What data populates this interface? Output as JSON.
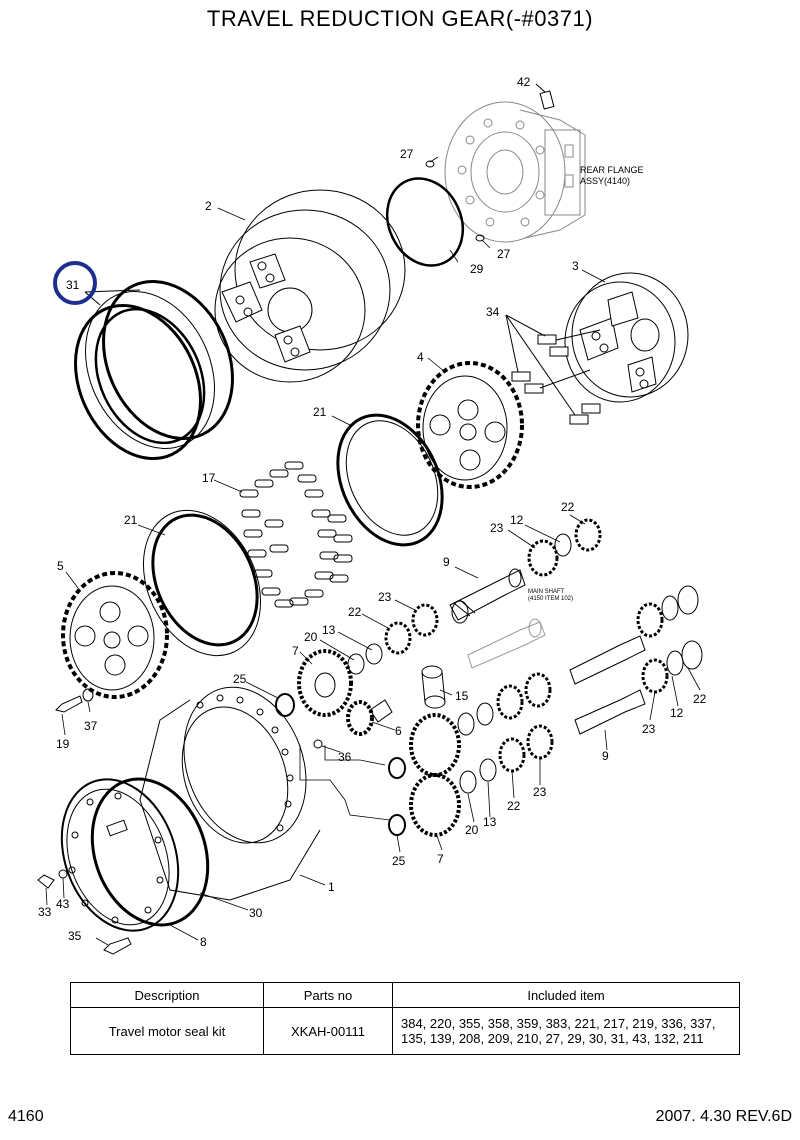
{
  "title": "TRAVEL REDUCTION GEAR(-#0371)",
  "callouts": {
    "c42": "42",
    "c27a": "27",
    "c27b": "27",
    "c2": "2",
    "c29": "29",
    "c3": "3",
    "c31": "31",
    "c34": "34",
    "c4": "4",
    "c21a": "21",
    "c17": "17",
    "c22a": "22",
    "c23a": "23",
    "c12a": "12",
    "c21b": "21",
    "c9a": "9",
    "c5": "5",
    "c23b": "23",
    "c22b": "22",
    "c13a": "13",
    "c20a": "20",
    "c7a": "7",
    "c25a": "25",
    "c15": "15",
    "c19": "19",
    "c37": "37",
    "c6": "6",
    "c36": "36",
    "c22c": "22",
    "c12b": "12",
    "c23c": "23",
    "c9b": "9",
    "c20b": "20",
    "c13b": "13",
    "c22d": "22",
    "c23d": "23",
    "c25b": "25",
    "c7b": "7",
    "c1": "1",
    "c33": "33",
    "c43": "43",
    "c30": "30",
    "c35": "35",
    "c8": "8"
  },
  "rear_flange_label": [
    "REAR FLANGE",
    "ASSY(4140)"
  ],
  "main_shaft_label": [
    "MAIN SHAFT",
    "(4150 ITEM 102)"
  ],
  "table": {
    "headers": [
      "Description",
      "Parts no",
      "Included item"
    ],
    "rows": [
      {
        "description": "Travel motor seal kit",
        "parts_no": "XKAH-00111",
        "included_line1": "384, 220, 355, 358, 359, 383, 221, 217, 219, 336, 337,",
        "included_line2": "135, 139, 208, 209, 210, 27, 29, 30, 31, 43, 132, 211"
      }
    ]
  },
  "footer": {
    "page": "4160",
    "date_rev": "2007. 4.30  REV.6D"
  },
  "colors": {
    "highlight": "#1c2f8f",
    "line": "#000000"
  }
}
